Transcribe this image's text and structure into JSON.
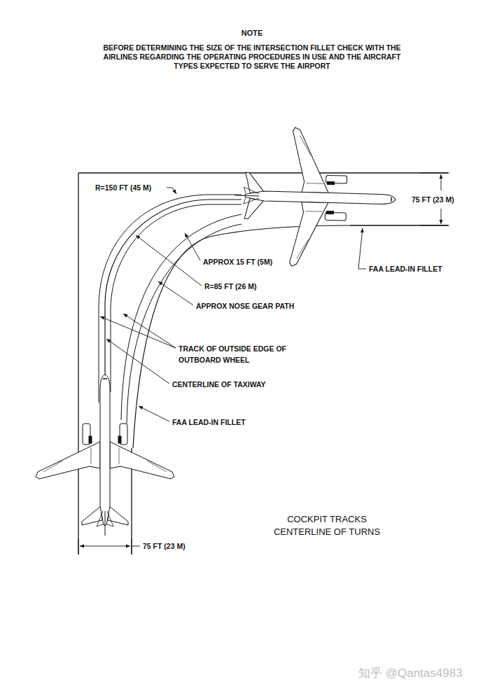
{
  "diagram": {
    "labels": [
      "NOTE",
      "BEFORE DETERMINING THE SIZE OF THE INTERSECTION FILLET CHECK WITH THE AIRLINES REGARDING THE OPERATING PROCEDURES IN USE AND THE AIRCRAFT TYPES EXPECTED TO SERVE THE AIRPORT",
      "R=150 FT (45 M)",
      "75 FT (23 M)",
      "APPROX 15 FT (5M)",
      "FAA LEAD-IN FILLET",
      "R=85 FT (26 M)",
      "APPROX NOSE GEAR PATH",
      "TRACK OF OUTSIDE EDGE OF OUTBOARD WHEEL",
      "CENTERLINE OF TAXIWAY",
      "FAA LEAD-IN FILLET",
      "75 FT (23 M)",
      "COCKPIT TRACKS CENTERLINE OF TURNS",
      "知乎 @Qantas4983"
    ]
  }
}
